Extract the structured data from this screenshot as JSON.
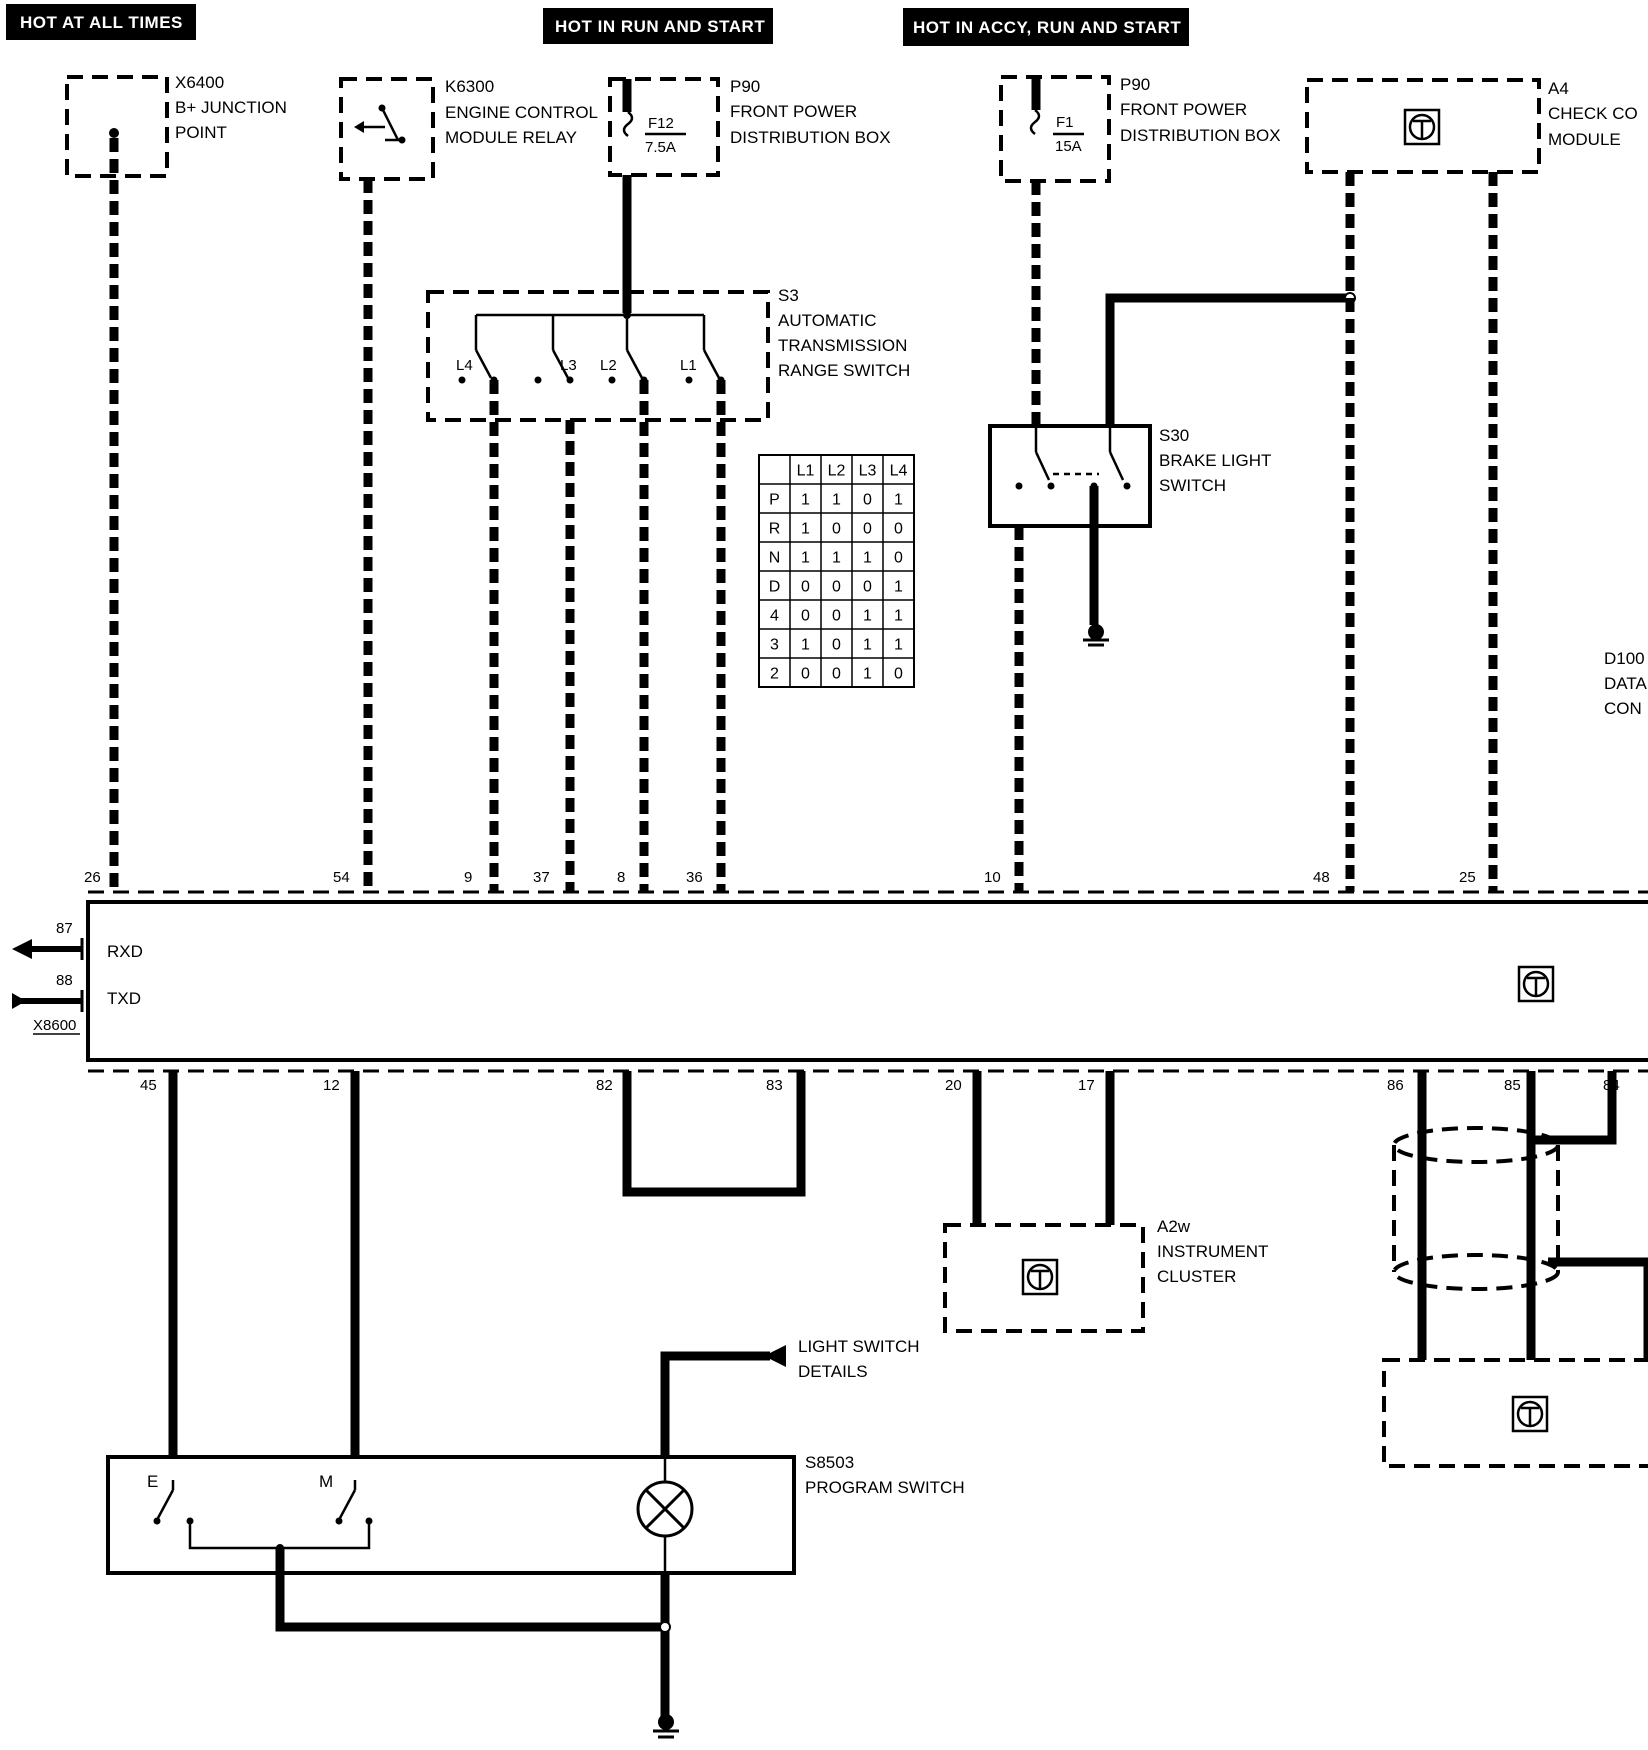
{
  "headers": {
    "hot_all_times": "HOT AT ALL TIMES",
    "hot_run_start": "HOT IN RUN AND START",
    "hot_accy": "HOT IN ACCY, RUN AND START"
  },
  "components": {
    "x6400": {
      "id": "X6400",
      "line1": "B+ JUNCTION",
      "line2": "POINT"
    },
    "k6300": {
      "id": "K6300",
      "line1": "ENGINE CONTROL",
      "line2": "MODULE RELAY"
    },
    "p90_left": {
      "id": "P90",
      "line1": "FRONT POWER",
      "line2": "DISTRIBUTION BOX",
      "fuse": "F12",
      "rating": "7.5A"
    },
    "p90_right": {
      "id": "P90",
      "line1": "FRONT POWER",
      "line2": "DISTRIBUTION BOX",
      "fuse": "F1",
      "rating": "15A"
    },
    "a4": {
      "id": "A4",
      "line1": "CHECK CO",
      "line2": "MODULE"
    },
    "s3": {
      "id": "S3",
      "line1": "AUTOMATIC",
      "line2": "TRANSMISSION",
      "line3": "RANGE SWITCH",
      "contacts": [
        "L4",
        "L3",
        "L2",
        "L1"
      ]
    },
    "s30": {
      "id": "S30",
      "line1": "BRAKE LIGHT",
      "line2": "SWITCH"
    },
    "d100": {
      "id": "D100",
      "line1": "DATA",
      "line2": "CON"
    },
    "a2w": {
      "id": "A2w",
      "line1": "INSTRUMENT",
      "line2": "CLUSTER"
    },
    "s8503": {
      "id": "S8503",
      "line1": "PROGRAM SWITCH",
      "contact_e": "E",
      "contact_m": "M"
    },
    "light_switch": {
      "line1": "LIGHT SWITCH",
      "line2": "DETAILS"
    },
    "x8600": {
      "id": "X8600",
      "rxd": "RXD",
      "txd": "TXD",
      "pin_rxd": "87",
      "pin_txd": "88"
    }
  },
  "pins_top": [
    "26",
    "54",
    "9",
    "37",
    "8",
    "36",
    "10",
    "48",
    "25"
  ],
  "pins_bottom": [
    "45",
    "12",
    "82",
    "83",
    "20",
    "17",
    "86",
    "85",
    "84"
  ],
  "truth_table": {
    "columns": [
      "",
      "L1",
      "L2",
      "L3",
      "L4"
    ],
    "rows": [
      [
        "P",
        "1",
        "1",
        "0",
        "1"
      ],
      [
        "R",
        "1",
        "0",
        "0",
        "0"
      ],
      [
        "N",
        "1",
        "1",
        "1",
        "0"
      ],
      [
        "D",
        "0",
        "0",
        "0",
        "1"
      ],
      [
        "4",
        "0",
        "0",
        "1",
        "1"
      ],
      [
        "3",
        "1",
        "0",
        "1",
        "1"
      ],
      [
        "2",
        "0",
        "0",
        "1",
        "0"
      ]
    ]
  }
}
